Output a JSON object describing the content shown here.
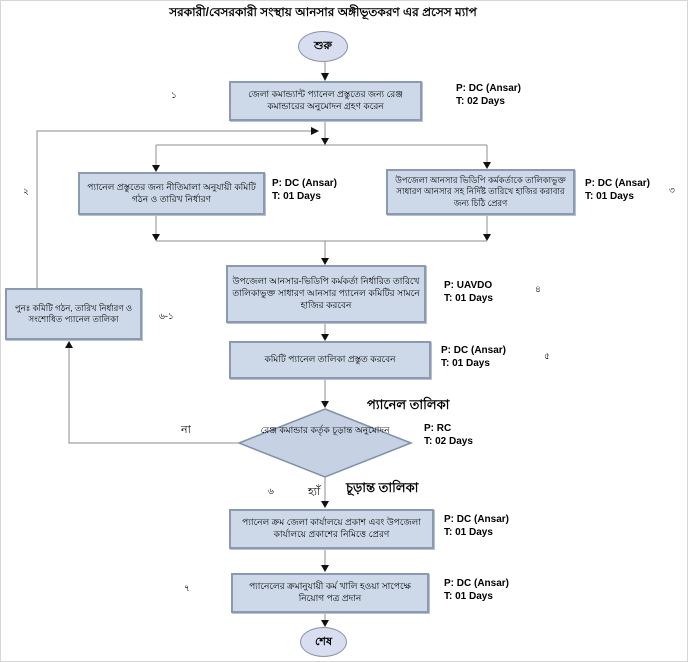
{
  "title": "সরকারী/বেসরকারী সংস্থায় আনসার অঙ্গীভূতকরণ এর প্রসেস ম্যাপ",
  "colors": {
    "node_fill": "#cdd9e9",
    "node_border": "#8a9ab0",
    "terminal_fill": "#d8def0",
    "diamond_fill": "#c6d2e3",
    "connector": "#8c8c8c",
    "arrowhead": "#111111"
  },
  "nodes": {
    "start": {
      "label": "শুরু"
    },
    "step1": {
      "num": "১",
      "text": "জেলা কমান্ড্যান্ট প্যানেল প্রস্তুতের জন্য রেঞ্জ কমান্ডারের অনুমোদন গ্রহণ করেন",
      "p": "P: DC (Ansar)",
      "t": "T: 02 Days"
    },
    "step2": {
      "num": "২",
      "text": "প্যানেল প্রস্তুতের জন্য নীতিমালা অনুযায়ী কমিটি গঠন ও তারিখ নির্ধারণ",
      "p": "P: DC (Ansar)",
      "t": "T: 01 Days"
    },
    "step3": {
      "num": "৩",
      "text": "উপজেলা আনসার ভিডিপি কর্মকর্তাকে তালিকাভুক্ত সাধারণ আনসার সহ নির্দিষ্ট তারিখে হাজির করাবার জন্য চিঠি প্রেরণ",
      "p": "P: DC (Ansar)",
      "t": "T: 01 Days"
    },
    "step4": {
      "num": "৪",
      "text": "উপজেলা আনসার-ভিডিপি কর্মকর্তা নির্ধারিত তারিখে তালিকাভুক্ত সাধারণ আনসার প্যানেল কমিটির সামনে হাজির করবেন",
      "p": "P: UAVDO",
      "t": "T: 01 Days"
    },
    "step5": {
      "num": "৫",
      "text": "কমিটি প্যানেল তালিকা প্রস্তুত করবেন",
      "p": "P: DC (Ansar)",
      "t": "T: 01 Days"
    },
    "decision": {
      "num": "৬",
      "text": "রেঞ্জ কমান্ডার কর্তৃক চূড়ান্ত অনুমোদন",
      "p": "P: RC",
      "t": "T: 02 Days",
      "label_above": "প্যানেল তালিকা",
      "no_label": "না",
      "yes_label": "হ্যাঁ",
      "yes_branch_label": "চূড়ান্ত তালিকা"
    },
    "rework": {
      "num": "৬-১",
      "text": "পুনঃ  কমিটি গঠন, তারিখ নির্ধারণ ও সংশোধিত প্যানেল তালিকা"
    },
    "step6": {
      "text": "প্যানেল ক্রম জেলা কার্যালয়ে প্রকাশ এবং উপজেলা কার্যালয়ে প্রকাশের নিমিত্তে প্রেরণ",
      "p": "P: DC (Ansar)",
      "t": "T: 01 Days"
    },
    "step7": {
      "num": "৭",
      "text": "প্যানেলের ক্রমানুযায়ী কর্ম খালি হওয়া সাপেক্ষে নিয়োগ পত্র প্রদান",
      "p": "P: DC (Ansar)",
      "t": "T: 01 Days"
    },
    "end": {
      "label": "শেষ"
    }
  }
}
